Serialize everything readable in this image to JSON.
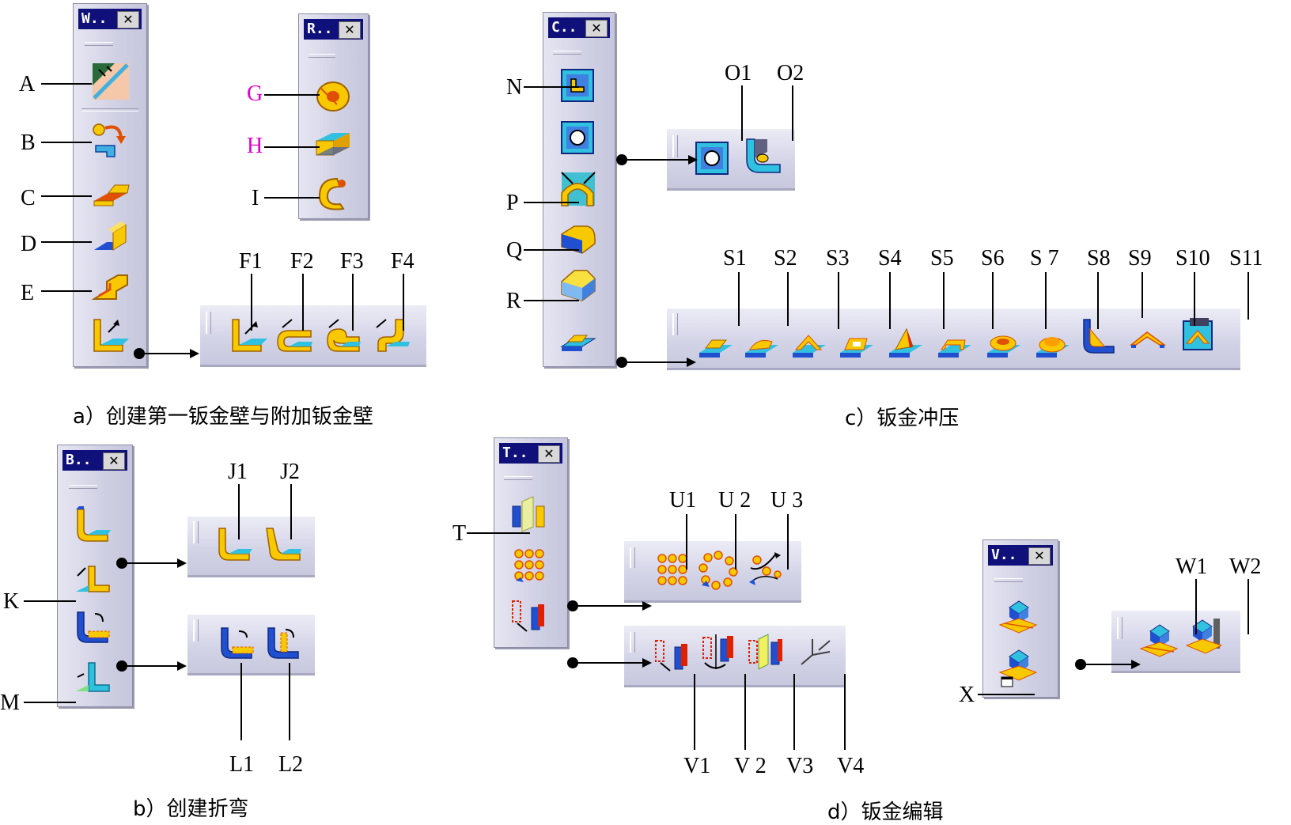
{
  "toolbars": {
    "walls": {
      "title": "W..",
      "close": "✕"
    },
    "rolled": {
      "title": "R..",
      "close": "✕"
    },
    "bending": {
      "title": "B..",
      "close": "✕"
    },
    "cutting": {
      "title": "C..",
      "close": "✕"
    },
    "transform": {
      "title": "T..",
      "close": "✕"
    },
    "view": {
      "title": "V..",
      "close": "✕"
    }
  },
  "labels": {
    "A": "A",
    "B": "B",
    "C": "C",
    "D": "D",
    "E": "E",
    "F1": "F1",
    "F2": "F2",
    "F3": "F3",
    "F4": "F4",
    "G": "G",
    "H": "H",
    "I": "I",
    "J1": "J1",
    "J2": "J2",
    "K": "K",
    "L1": "L1",
    "L2": "L2",
    "M": "M",
    "N": "N",
    "O1": "O1",
    "O2": "O2",
    "P": "P",
    "Q": "Q",
    "R": "R",
    "S1": "S1",
    "S2": "S2",
    "S3": "S3",
    "S4": "S4",
    "S5": "S5",
    "S6": "S6",
    "S7": "S 7",
    "S8": "S8",
    "S9": "S9",
    "S10": "S10",
    "S11": "S11",
    "T": "T",
    "U1": "U1",
    "U2": "U 2",
    "U3": "U 3",
    "V1": "V1",
    "V2": "V 2",
    "V3": "V3",
    "V4": "V4",
    "W1": "W1",
    "W2": "W2",
    "X": "X"
  },
  "captions": {
    "a": "a）创建第一钣金壁与附加钣金壁",
    "b": "b）创建折弯",
    "c": "c）钣金冲压",
    "d": "d）钣金编辑"
  },
  "colors": {
    "title_bar": "#10107a",
    "label_pink": "#e000c8",
    "icon_yellow": "#f8c800",
    "icon_orange": "#e05000",
    "icon_blue": "#2050d0",
    "icon_cyan": "#30c0e0"
  }
}
